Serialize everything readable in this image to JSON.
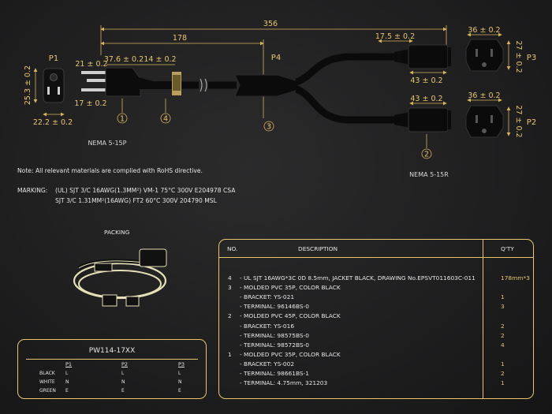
{
  "dimensions": {
    "overall": "356",
    "to_split": "178",
    "p1_height": "25.3 ± 0.2",
    "p1_width": "22.2 ± 0.2",
    "plug_21": "21 ± 0.2",
    "plug_17": "17 ± 0.2",
    "plug_37": "37.6 ± 0.2",
    "plug_14": "14 ± 0.2",
    "r_17_5": "17.5 ± 0.2",
    "r_43_top": "43 ± 0.2",
    "r_43_bottom": "43 ± 0.2",
    "p3_36": "36 ± 0.2",
    "p3_27": "27 ± 0.2",
    "p2_36": "36 ± 0.2",
    "p2_27": "27 ± 0.2"
  },
  "labels": {
    "p1": "P1",
    "p2": "P2",
    "p3": "P3",
    "p4": "P4",
    "nema_plug": "NEMA 5-15P",
    "nema_receptacle": "NEMA 5-15R",
    "callouts": [
      "1",
      "4",
      "3",
      "2"
    ]
  },
  "note": "Note: All relevant materials are complied with RoHS directive.",
  "marking": {
    "label": "MARKING:",
    "line1": "(UL) SJT  3/C 16AWG(1.3MM²) VM-1 75°C 300V E204978 CSA",
    "line2": "SJT  3/C 1.31MM²(16AWG) FT2 60°C 300V 204790 MSL"
  },
  "packing": "PACKING",
  "bom": {
    "headers": {
      "no": "NO.",
      "description": "DESCRIPTION",
      "qty": "Q'TY"
    },
    "rows": [
      {
        "no": "4",
        "desc": "- UL SJT 16AWG*3C 0D 8.5mm, JACKET BLACK, DRAWING No.EPSVT011603C-011",
        "qty": "178mm*3"
      },
      {
        "no": "3",
        "desc": "- MOLDED PVC 35P, COLOR BLACK",
        "qty": ""
      },
      {
        "no": "",
        "desc": "- BRACKET: YS-021",
        "qty": "1"
      },
      {
        "no": "",
        "desc": "- TERMINAL: 96146BS-0",
        "qty": "3"
      },
      {
        "no": "2",
        "desc": "- MOLDED PVC 45P, COLOR BLACK",
        "qty": ""
      },
      {
        "no": "",
        "desc": "- BRACKET: YS-016",
        "qty": "2"
      },
      {
        "no": "",
        "desc": "- TERMINAL: 98575BS-0",
        "qty": "2"
      },
      {
        "no": "",
        "desc": "- TERMINAL: 98572BS-0",
        "qty": "4"
      },
      {
        "no": "1",
        "desc": "- MOLDED PVC 35P, COLOR BLACK",
        "qty": ""
      },
      {
        "no": "",
        "desc": "- BRACKET: YS-002",
        "qty": "1"
      },
      {
        "no": "",
        "desc": "- TERMINAL: 98661BS-1",
        "qty": "2"
      },
      {
        "no": "",
        "desc": "- TERMINAL: 4.75mm, 321203",
        "qty": "1"
      }
    ]
  },
  "wiring": {
    "title": "PW114-17XX",
    "columns": [
      "P1",
      "P2",
      "P3"
    ],
    "rows": [
      {
        "color": "BLACK",
        "p1": "L",
        "p2": "L",
        "p3": "L"
      },
      {
        "color": "WHITE",
        "p1": "N",
        "p2": "N",
        "p3": "N"
      },
      {
        "color": "GREEN",
        "p1": "E",
        "p2": "E",
        "p3": "E"
      }
    ]
  },
  "colors": {
    "accent": "#e8c66a",
    "background": "#1d1d1f",
    "cable": "#0b0b0b"
  }
}
